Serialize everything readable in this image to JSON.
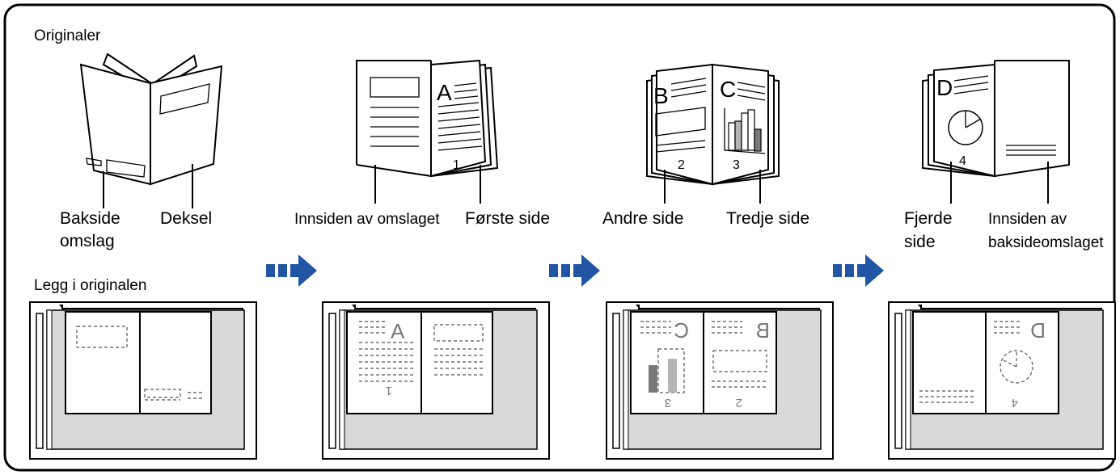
{
  "title": "Originaler",
  "place_title": "Legg i originalen",
  "labels": {
    "step1_left": "Bakside",
    "step1_left2": "omslag",
    "step1_right": "Deksel",
    "step2_left": "Innsiden av omslaget",
    "step2_right": "Første side",
    "step3_left": "Andre side",
    "step3_right": "Tredje side",
    "step4_left": "Fjerde",
    "step4_left2": "side",
    "step4_right": "Innsiden av",
    "step4_right2": "baksideomslaget"
  },
  "page_marks": {
    "a": "A",
    "b": "B",
    "c": "C",
    "d": "D",
    "n1": "1",
    "n2": "2",
    "n3": "3",
    "n4": "4"
  },
  "colors": {
    "arrow": "#2255a4",
    "glass": "#d9d9d9",
    "bar_dark": "#7a7a7a",
    "bar_light": "#b5b5b5"
  },
  "icons": [
    "arrow-right-icon"
  ]
}
